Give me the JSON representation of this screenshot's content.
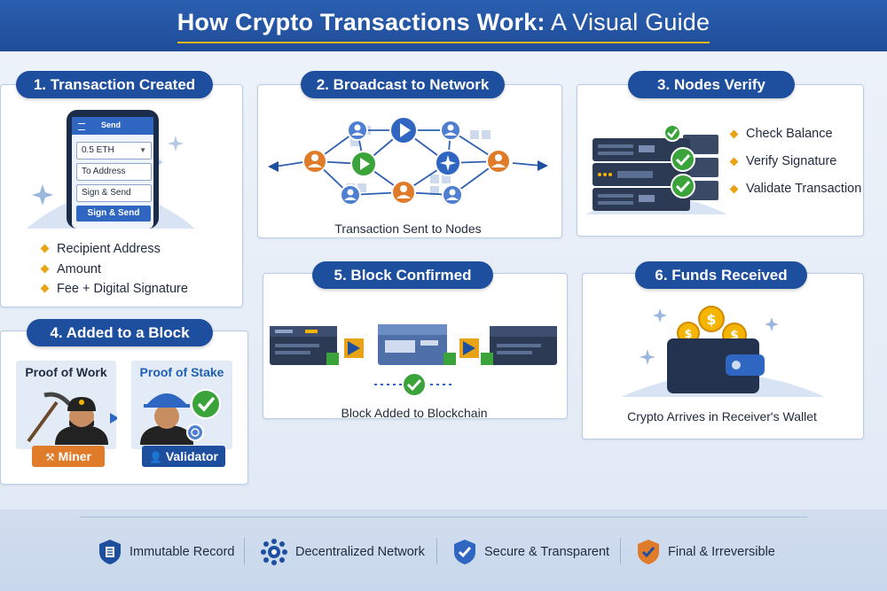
{
  "header": {
    "title_main": "How Crypto Transactions Work:",
    "title_sub": " A Visual Guide"
  },
  "step1": {
    "title": "1. Transaction Created",
    "phone": {
      "app_title": "Send",
      "amount_field": "0.5 ETH",
      "address_field": "To Address",
      "sign_field": "Sign & Send",
      "send_button": "Sign & Send"
    },
    "bullets": [
      "Recipient Address",
      "Amount",
      "Fee + Digital Signature"
    ]
  },
  "step2": {
    "title": "2. Broadcast to Network",
    "caption": "Transaction Sent to Nodes"
  },
  "step3": {
    "title": "3. Nodes Verify",
    "bullets": [
      "Check Balance",
      "Verify Signature",
      "Validate Transaction"
    ]
  },
  "step4": {
    "title": "4. Added to a Block",
    "pow_label": "Proof of Work",
    "pos_label": "Proof of Stake",
    "miner_label": "Miner",
    "validator_label": "Validator"
  },
  "step5": {
    "title": "5. Block Confirmed",
    "caption": "Block Added to Blockchain"
  },
  "step6": {
    "title": "6. Funds Received",
    "caption": "Crypto Arrives in Receiver's Wallet"
  },
  "footer": {
    "items": [
      {
        "label": "Immutable Record",
        "icon": "ledger-shield-icon"
      },
      {
        "label": "Decentralized Network",
        "icon": "network-hub-icon"
      },
      {
        "label": "Secure & Transparent",
        "icon": "check-shield-icon"
      },
      {
        "label": "Final & Irreversible",
        "icon": "orange-check-shield-icon"
      }
    ]
  },
  "colors": {
    "primary": "#1e4f9e",
    "accent_gold": "#e8a317",
    "check_green": "#3aa33a",
    "orange": "#e07b2a"
  }
}
